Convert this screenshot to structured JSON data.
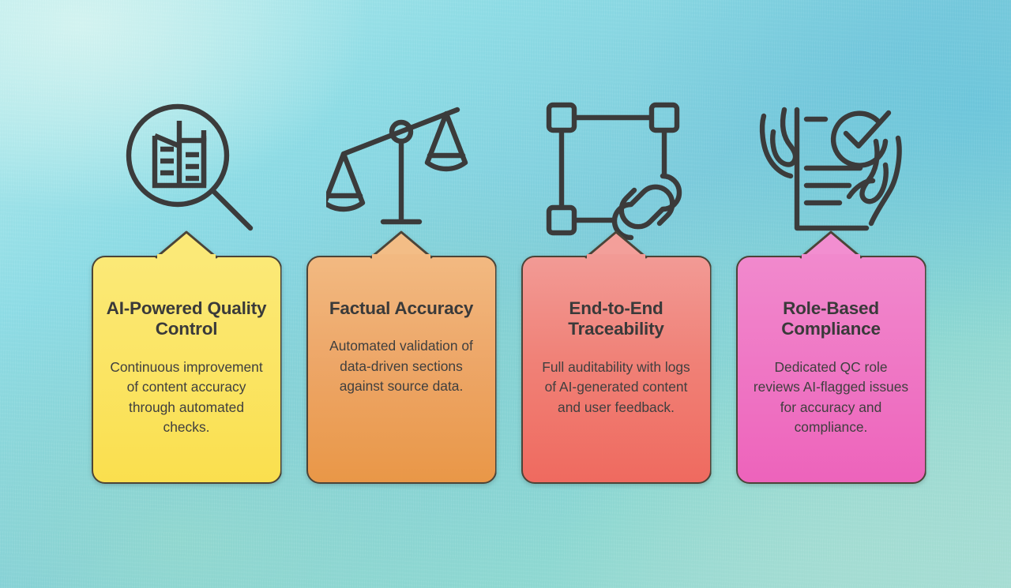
{
  "background": {
    "style": "watercolor-gradient",
    "colors": [
      "#b6ecee",
      "#8fdde6",
      "#7ecddd",
      "#8ed9d3",
      "#a9ded5"
    ]
  },
  "cards": [
    {
      "icon": "magnifying-glass-document-icon",
      "title": "AI-Powered Quality Control",
      "body": "Continuous improvement of content accuracy through automated checks.",
      "color_top": "#fbe977",
      "color_bottom": "#fadf4e",
      "border_color": "#4b4438"
    },
    {
      "icon": "balance-scale-icon",
      "title": "Factual Accuracy",
      "body": "Automated validation of data-driven sections against source data.",
      "color_top": "#f2b981",
      "color_bottom": "#e99747",
      "border_color": "#4b4438"
    },
    {
      "icon": "node-graph-chain-link-icon",
      "title": "End-to-End Traceability",
      "body": "Full auditability with logs of AI-generated content and user feedback.",
      "color_top": "#f29a95",
      "color_bottom": "#ef6a5f",
      "border_color": "#4b4438"
    },
    {
      "icon": "hands-document-checkmark-icon",
      "title": "Role-Based Compliance",
      "body": "Dedicated QC role reviews AI-flagged issues for accuracy and compliance.",
      "color_top": "#f189cd",
      "color_bottom": "#ed63bb",
      "border_color": "#4b4438"
    }
  ]
}
